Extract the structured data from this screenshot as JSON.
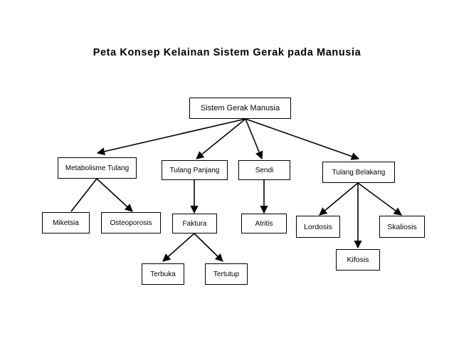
{
  "title": "Peta Konsep Kelainan Sistem Gerak pada Manusia",
  "nodes": {
    "root": "Sistem Gerak Manusia",
    "metabolisme": "Metabolisme Tulang",
    "tulang_panjang": "Tulang Panjang",
    "sendi": "Sendi",
    "tulang_belakang": "Tulang Belakang",
    "miketsia": "Miketsia",
    "osteoporosis": "Osteoporosis",
    "faktura": "Faktura",
    "atritis": "Atritis",
    "lordosis": "Lordosis",
    "skaliosis": "Skaliosis",
    "kifosis": "Kifosis",
    "terbuka": "Terbuka",
    "tertutup": "Tertutup"
  },
  "colors": {
    "line": "#000000",
    "background": "#ffffff"
  }
}
